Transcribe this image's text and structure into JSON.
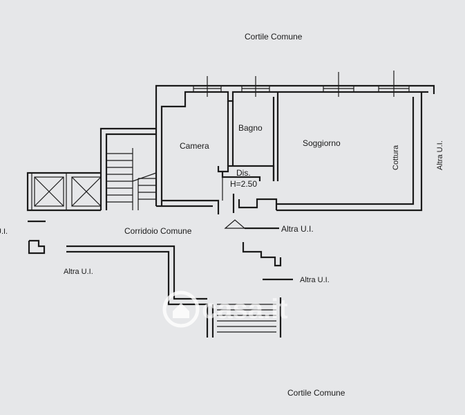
{
  "labels": {
    "cortile_top": "Cortile Comune",
    "cortile_bottom": "Cortile Comune",
    "camera": "Camera",
    "bagno": "Bagno",
    "soggiorno": "Soggiorno",
    "cottura": "Cottura",
    "dis": "Dis.",
    "height": "H=2.50",
    "corridoio": "Corridoio Comune",
    "altra_right": "Altra U.I.",
    "altra_mid": "Altra U.I.",
    "altra_left": "Altra U.I.",
    "altra_low": "Altra U.I.",
    "altra_edge": "U.I."
  },
  "watermark": {
    "text": "casa.it"
  },
  "colors": {
    "paper": "#e6e7e9",
    "ink": "#1a1a1a"
  }
}
